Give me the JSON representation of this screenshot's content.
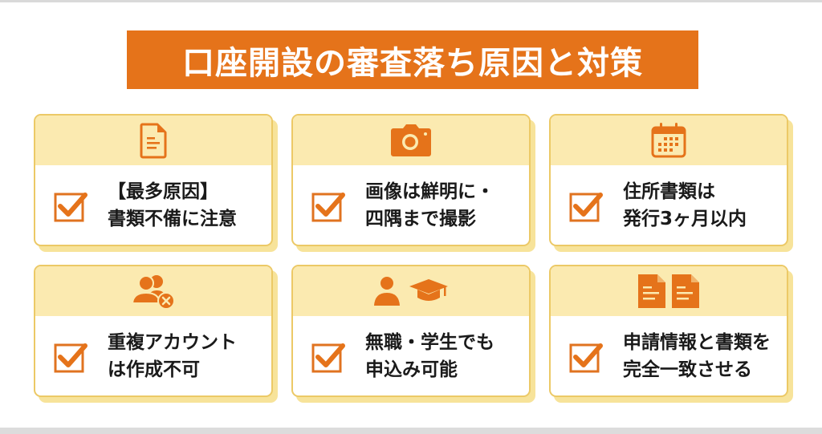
{
  "title": "口座開設の審査落ち原因と対策",
  "colors": {
    "accent": "#e5731a",
    "card_header": "#fbeab0",
    "card_border": "#ecc966",
    "card_shadow": "#f7e39a",
    "text": "#1a1a1a"
  },
  "cards": [
    {
      "icon": "document-icon",
      "line1": "【最多原因】",
      "line2": "書類不備に注意"
    },
    {
      "icon": "camera-icon",
      "line1": "画像は鮮明に・",
      "line2": "四隅まで撮影"
    },
    {
      "icon": "calendar-icon",
      "line1": "住所書類は",
      "line2": "発行3ヶ月以内"
    },
    {
      "icon": "duplicate-users-x-icon",
      "line1": "重複アカウント",
      "line2": "は作成不可"
    },
    {
      "icon": "person-graduation-cap-icon",
      "line1": "無職・学生でも",
      "line2": "申込み可能"
    },
    {
      "icon": "two-documents-icon",
      "line1": "申請情報と書類を",
      "line2": "完全一致させる"
    }
  ]
}
